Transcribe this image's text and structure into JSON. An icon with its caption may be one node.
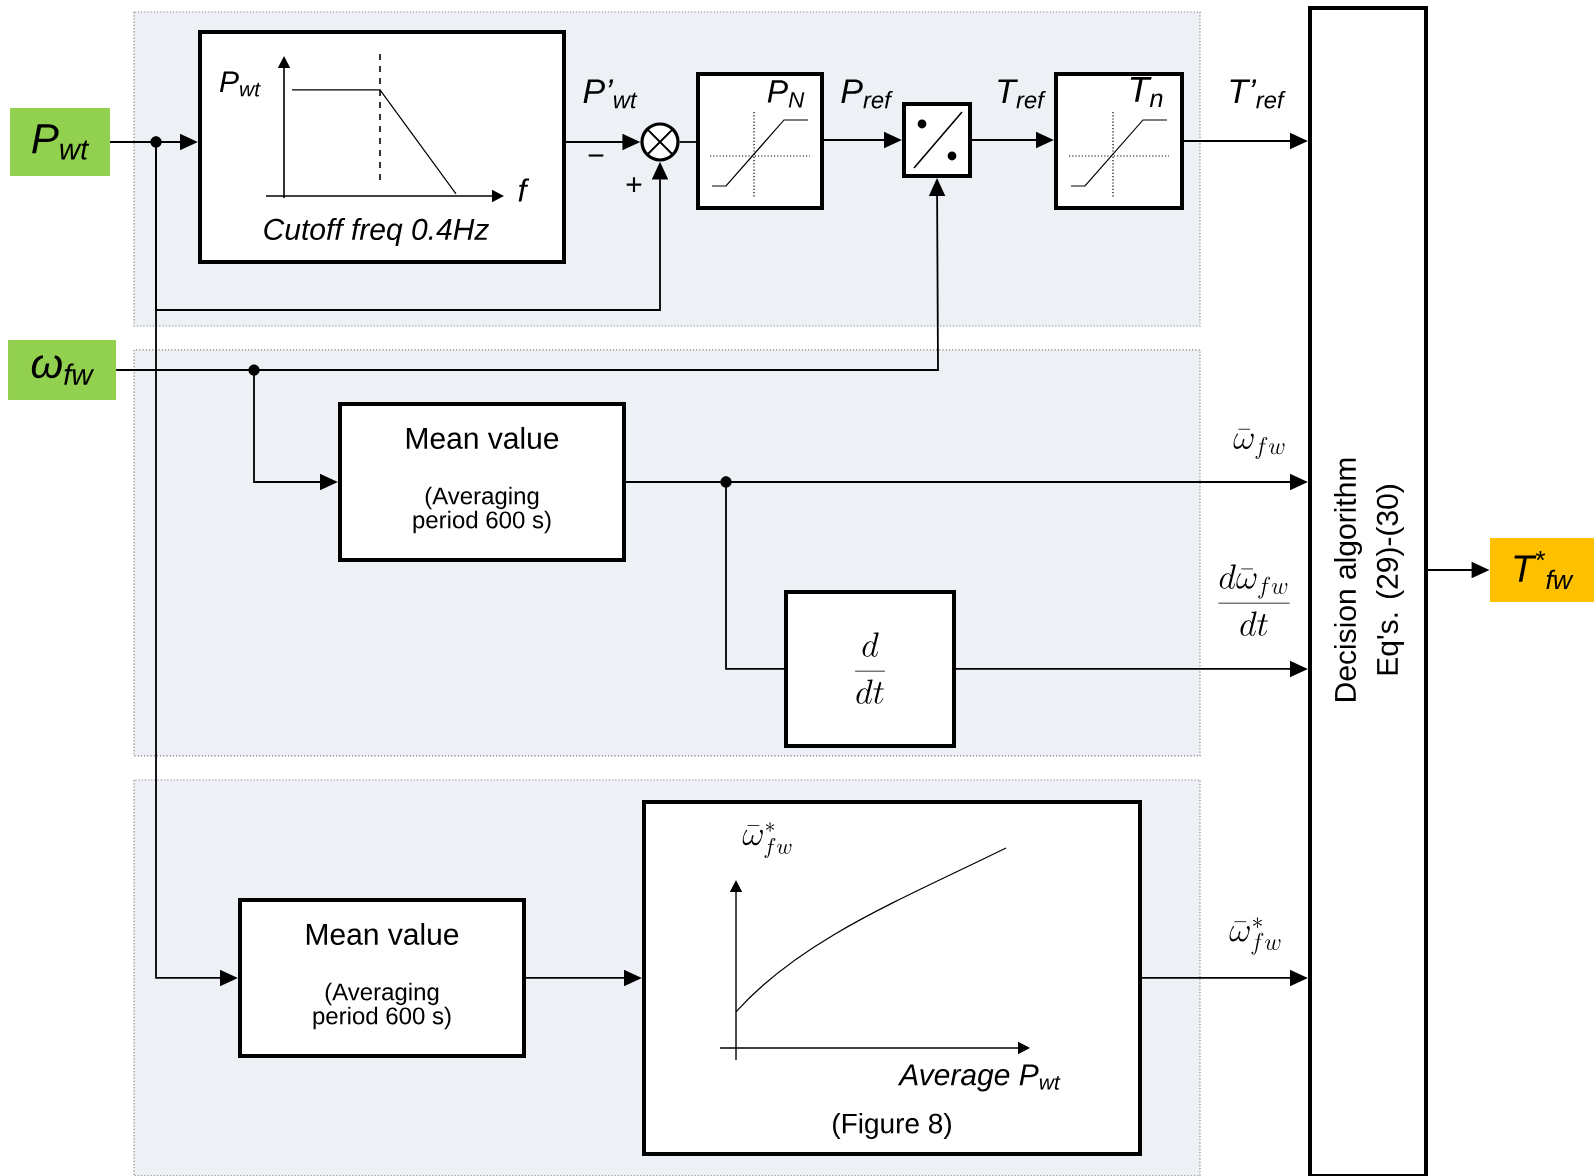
{
  "diagram": {
    "nodes": [
      {
        "text": [
          "P$_{wt}$"
        ]
      },
      {
        "text": [
          "ω$_{fw}$"
        ]
      },
      {
        "text": [
          "P$_{wt}$",
          "f",
          "Cutoff freq 0.4Hz"
        ]
      },
      {
        "text": [],
        "shape": "circle"
      },
      {
        "text": [
          "P$_{N}$"
        ]
      },
      {
        "text": [],
        "shape": "box"
      },
      {
        "text": [
          "T$_{n}$"
        ]
      },
      {
        "text": [
          "Decision algorithm",
          "Eq's. (29)-(30)"
        ]
      },
      {
        "text": [
          "T$^{*}$$_{fw}$"
        ]
      },
      {
        "text": [
          "Mean value",
          "(Averaging period 600 s)"
        ]
      },
      {
        "text": [
          "\\frac{d}{dt}"
        ]
      },
      {
        "text": [
          "Mean value",
          "(Averaging period 600 s)"
        ]
      },
      {
        "text": [
          "\\bar{\\omega}^{*}_{fw}",
          "Average P$_{wt}$",
          "(Figure 8)"
        ]
      }
    ],
    "edges": [
      {
        "from": 0,
        "to": 2,
        "arrow": "to"
      },
      {
        "from": 0,
        "to": 3,
        "arrow": "to"
      },
      {
        "from": 0,
        "to": 11,
        "arrow": "to"
      },
      {
        "from": 2,
        "to": 3,
        "arrow": "to",
        "label": "P’$_{wt}$"
      },
      {
        "from": 3,
        "to": 4,
        "arrow": "none"
      },
      {
        "from": 4,
        "to": 5,
        "arrow": "to",
        "label": "P$_{ref}$"
      },
      {
        "from": 1,
        "to": 5,
        "arrow": "to"
      },
      {
        "from": 5,
        "to": 6,
        "arrow": "to",
        "label": "T$_{ref}$"
      },
      {
        "from": 6,
        "to": 7,
        "arrow": "to",
        "label": "T’$_{ref}$"
      },
      {
        "from": 1,
        "to": 9,
        "arrow": "to"
      },
      {
        "from": 9,
        "to": 7,
        "arrow": "to",
        "label": "\\bar{\\omega}_{fw}"
      },
      {
        "from": 9,
        "to": 10,
        "arrow": "none"
      },
      {
        "from": 10,
        "to": 7,
        "arrow": "to",
        "label": "\\frac{d\\bar{\\omega}_{fw}}{dt}"
      },
      {
        "from": 11,
        "to": 12,
        "arrow": "to"
      },
      {
        "from": 12,
        "to": 7,
        "arrow": "to",
        "label": "\\bar{\\omega}^{*}_{fw}"
      },
      {
        "from": 7,
        "to": 8,
        "arrow": "to"
      }
    ],
    "labels": [
      "−",
      "+"
    ]
  }
}
